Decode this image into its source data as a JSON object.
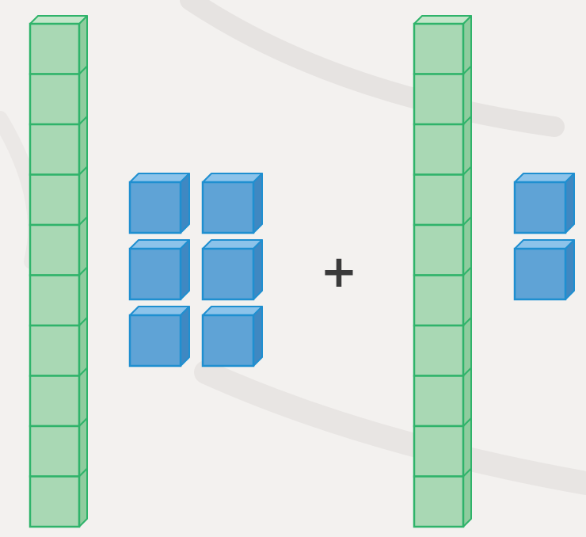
{
  "colors": {
    "background": "#f3f1ef",
    "ten_rod_fill": "#a9d8b4",
    "ten_rod_side": "#8fcc9e",
    "ten_rod_top": "#c2e6c9",
    "ten_rod_stroke": "#2fb36a",
    "unit_cube_front": "#5fa3d6",
    "unit_cube_top": "#8cc3ea",
    "unit_cube_side": "#3f88c2",
    "unit_cube_stroke": "#1f8fd0",
    "operator": "#3a3a3a"
  },
  "groups": [
    {
      "tens": 1,
      "ones": 6
    },
    {
      "tens": 1,
      "ones": 2
    }
  ],
  "operator": {
    "symbol": "+",
    "icon": "plus-icon"
  }
}
